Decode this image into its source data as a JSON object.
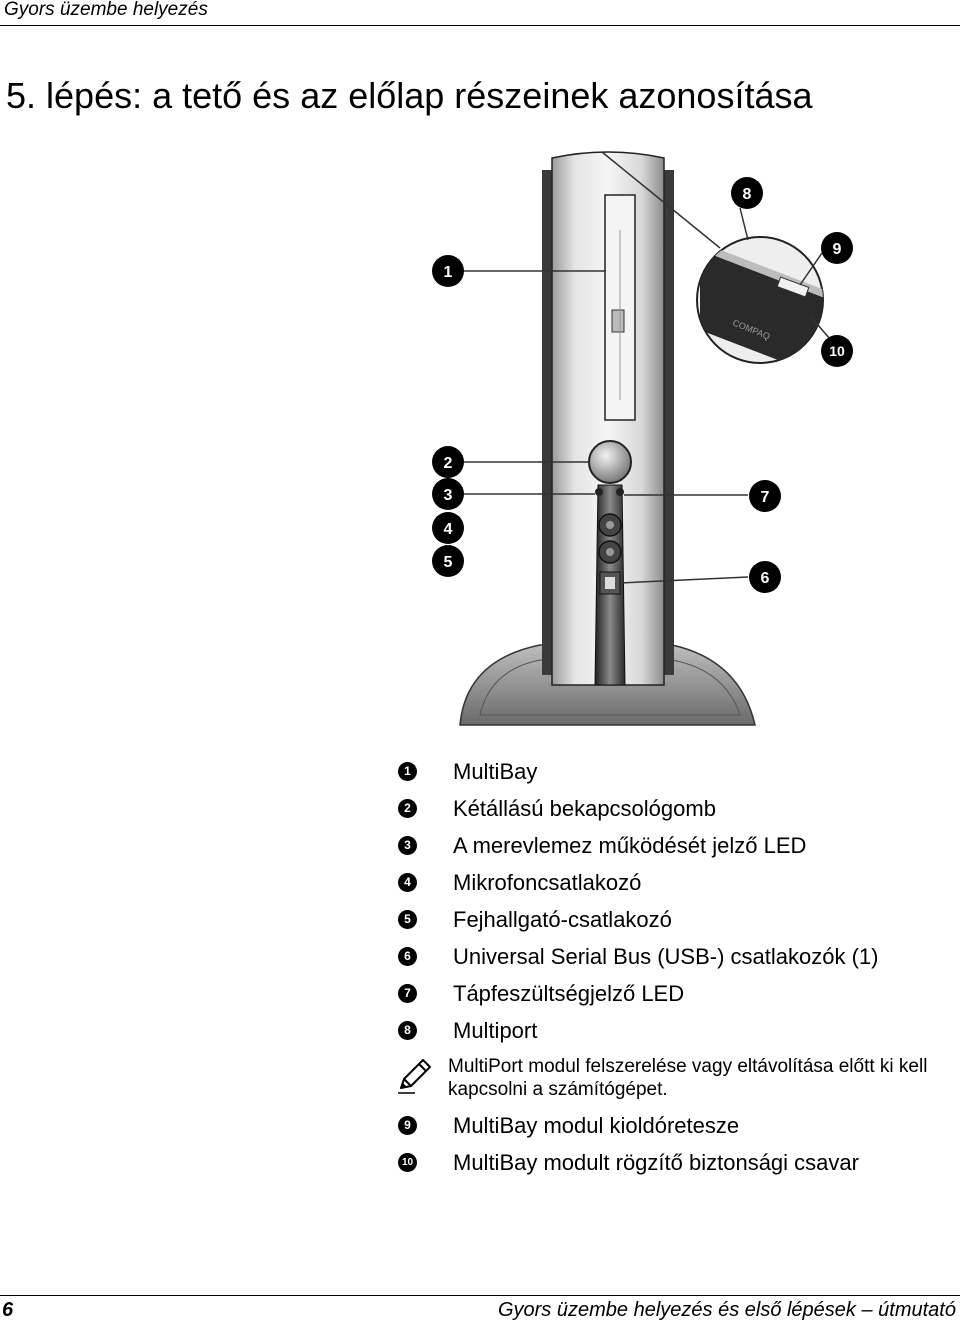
{
  "header": {
    "running_title": "Gyors üzembe helyezés"
  },
  "page_title": "5. lépés: a tető és az előlap részeinek azonosítása",
  "figure": {
    "callouts": [
      "1",
      "2",
      "3",
      "4",
      "5",
      "6",
      "7",
      "8",
      "9",
      "10"
    ],
    "brand_mark": "COMPAQ"
  },
  "legend": [
    {
      "marker": "1",
      "label": "MultiBay"
    },
    {
      "marker": "2",
      "label": "Kétállású bekapcsológomb"
    },
    {
      "marker": "3",
      "label": "A merevlemez működését jelző LED"
    },
    {
      "marker": "4",
      "label": "Mikrofoncsatlakozó"
    },
    {
      "marker": "5",
      "label": "Fejhallgató-csatlakozó"
    },
    {
      "marker": "6",
      "label": "Universal Serial Bus (USB-) csatlakozók (1)"
    },
    {
      "marker": "7",
      "label": "Tápfeszültségjelző LED"
    },
    {
      "marker": "8",
      "label": "Multiport"
    },
    {
      "marker": "9",
      "label": "MultiBay modul kioldóretesze"
    },
    {
      "marker": "10",
      "label": "MultiBay modult rögzítő biztonsági csavar"
    }
  ],
  "note": {
    "icon": "pencil-note-icon",
    "text": "MultiPort modul felszerelése vagy eltávolítása előtt ki kell kapcsolni a számítógépet."
  },
  "footer": {
    "page_number": "6",
    "doc_title": "Gyors üzembe helyezés és első lépések – útmutató"
  }
}
